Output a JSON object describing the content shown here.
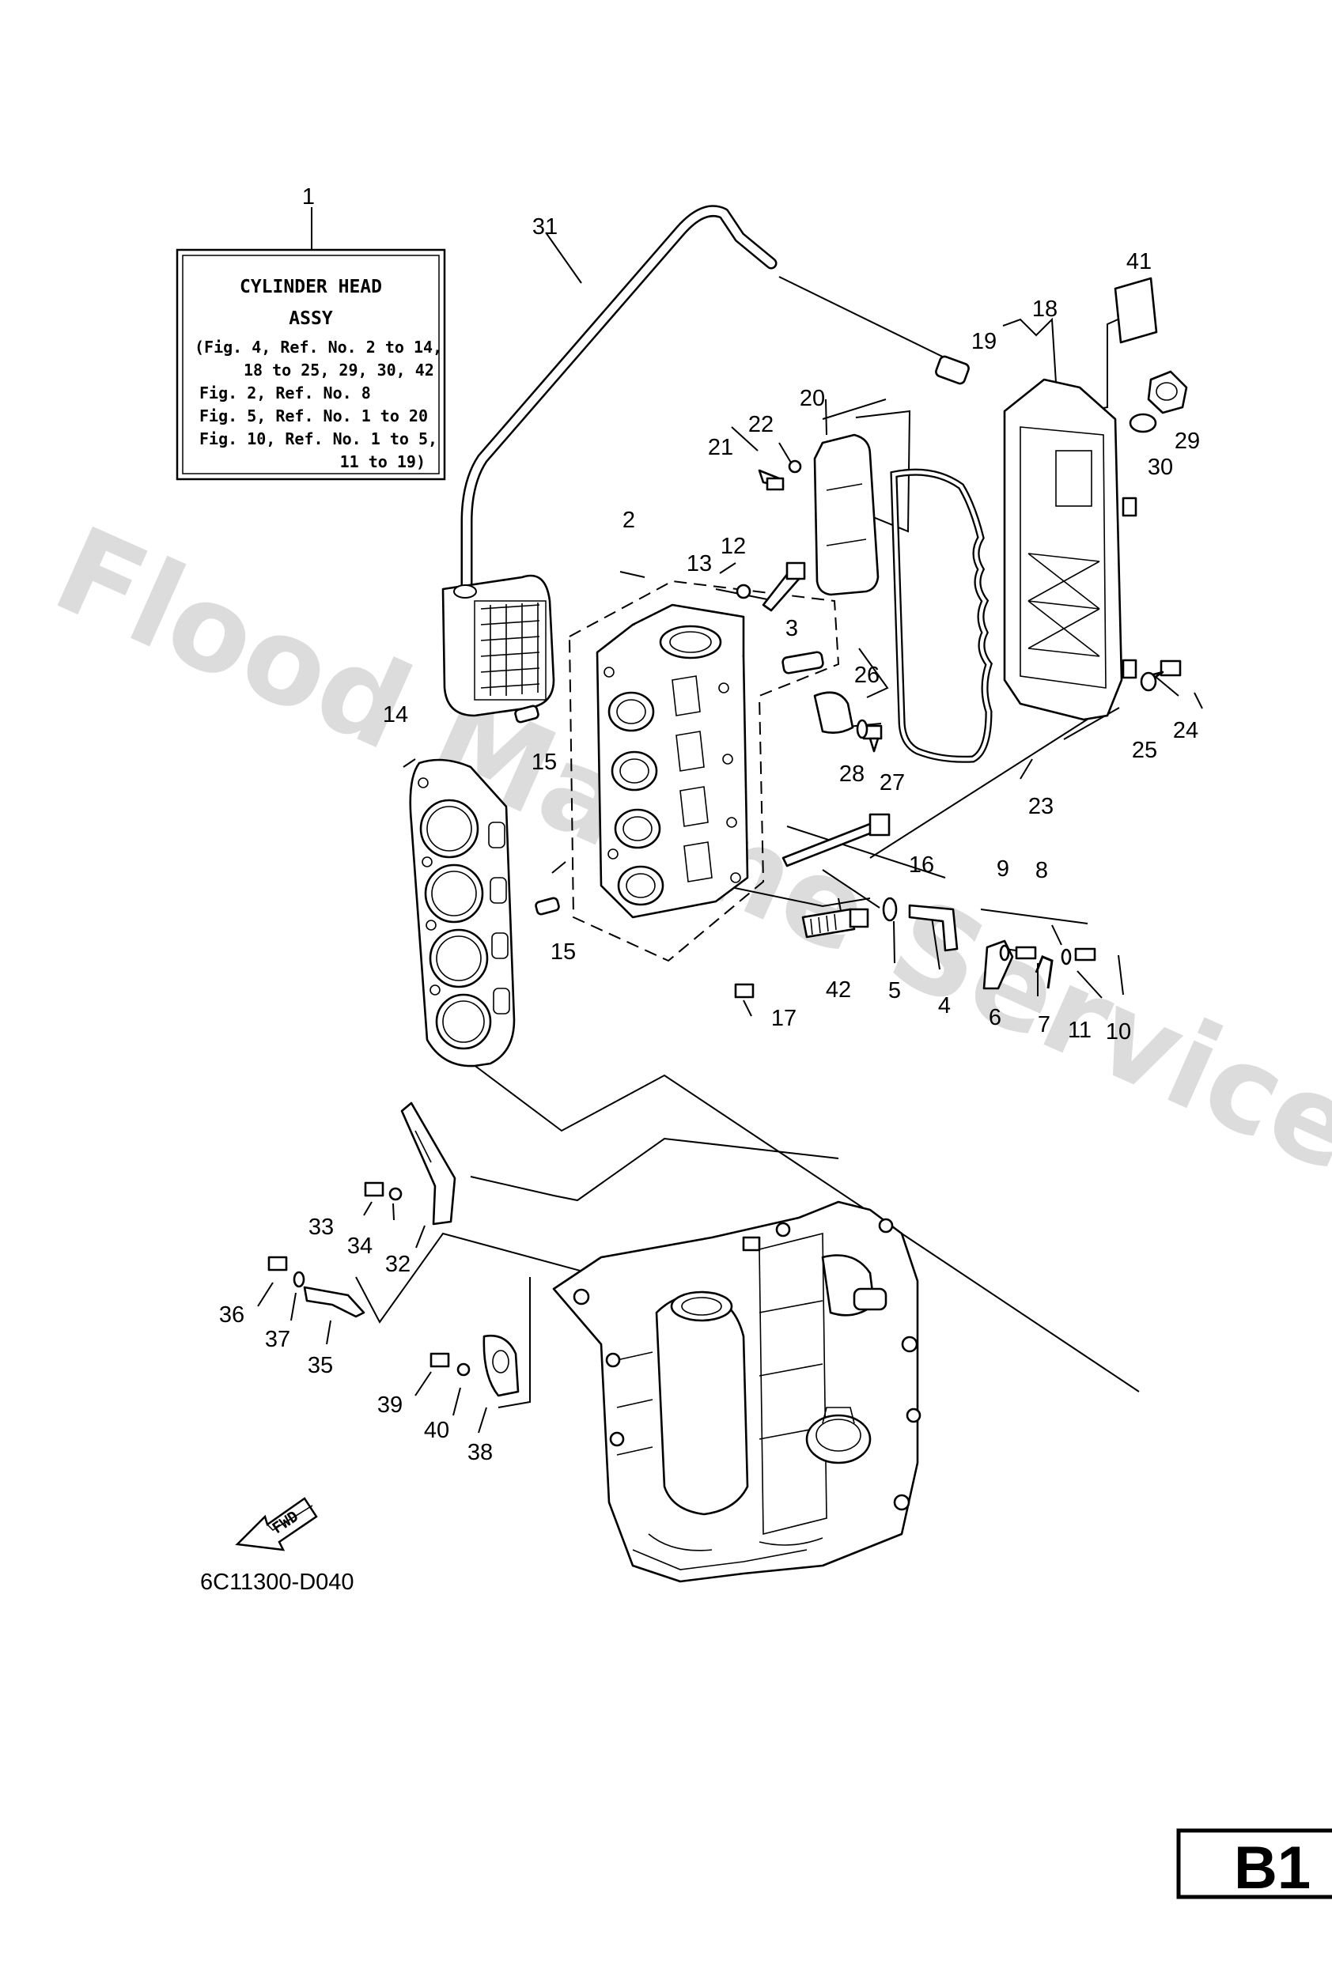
{
  "watermark": "Flood Marine Services",
  "legend_box": {
    "title": "CYLINDER HEAD",
    "subtitle": "ASSY",
    "lines": [
      "(Fig. 4, Ref. No. 2 to 14,",
      "18 to 25, 29, 30, 42",
      "Fig. 2, Ref. No. 8",
      "Fig. 5, Ref. No. 1 to 20",
      "Fig. 10, Ref. No. 1 to 5,",
      "11 to 19)"
    ]
  },
  "callouts": [
    "1",
    "2",
    "3",
    "4",
    "5",
    "6",
    "7",
    "8",
    "9",
    "10",
    "11",
    "12",
    "13",
    "14",
    "15",
    "15",
    "16",
    "17",
    "18",
    "19",
    "20",
    "21",
    "22",
    "23",
    "24",
    "25",
    "26",
    "27",
    "28",
    "29",
    "30",
    "31",
    "32",
    "33",
    "34",
    "35",
    "36",
    "37",
    "38",
    "39",
    "40",
    "41",
    "42"
  ],
  "fwd_label": "FWD",
  "drawing_code": "6C11300-D040",
  "page_tag": "B1"
}
